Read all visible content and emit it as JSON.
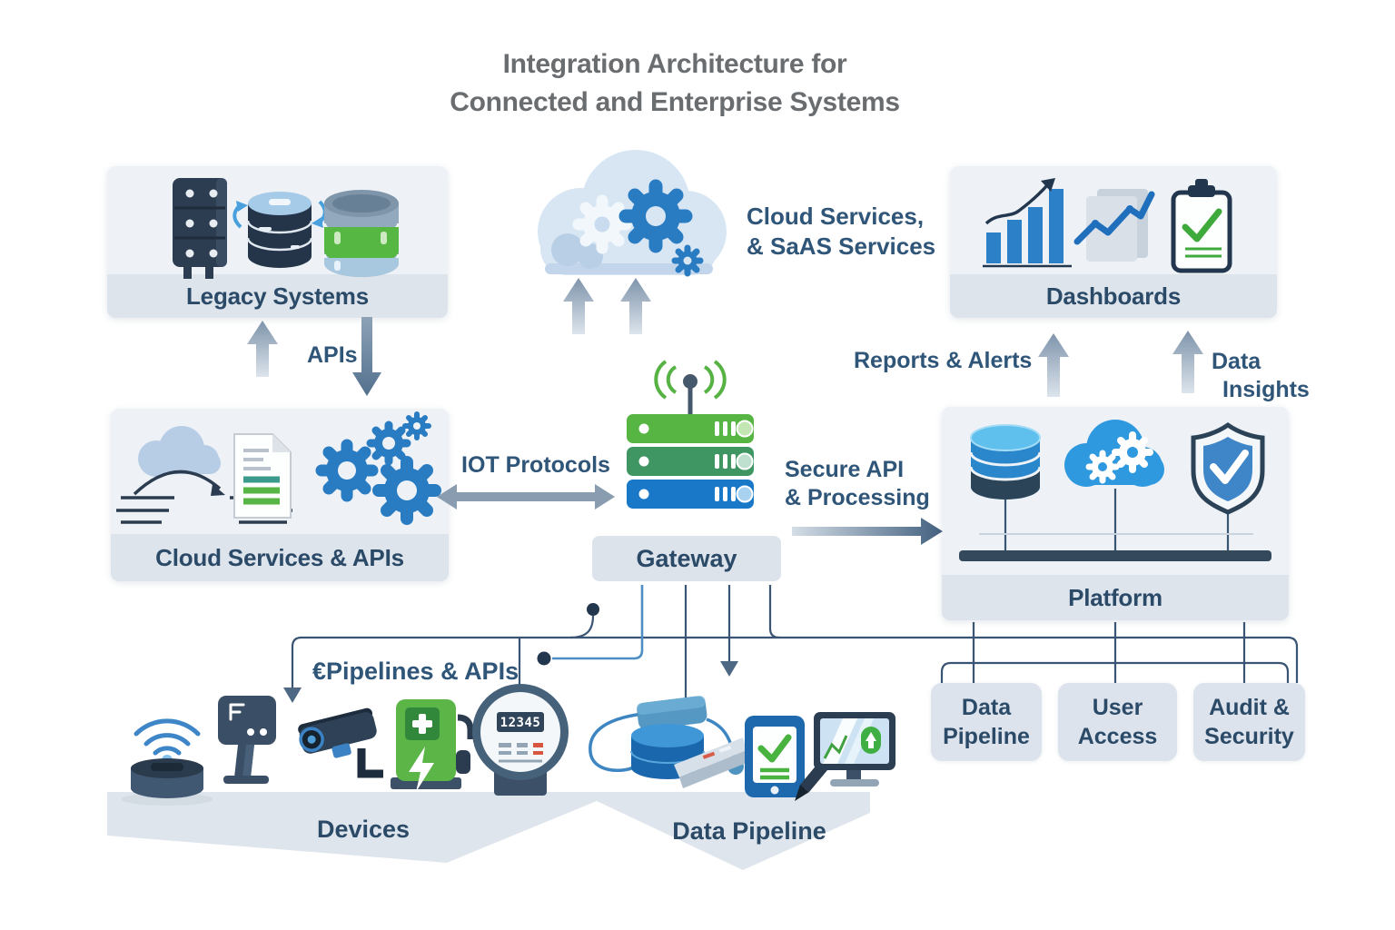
{
  "title": {
    "line1": "Integration Architecture for",
    "line2": "Connected and Enterprise Systems"
  },
  "nodes": {
    "legacy_systems": {
      "label": "Legacy Systems"
    },
    "cloud_saas": {
      "line1": "Cloud Services,",
      "line2": "& SaAS Services"
    },
    "dashboards": {
      "label": "Dashboards"
    },
    "cloud_services_apis": {
      "label": "Cloud Services & APIs"
    },
    "gateway": {
      "label": "Gateway"
    },
    "platform": {
      "label": "Platform"
    },
    "devices": {
      "label": "Devices"
    },
    "data_pipeline": {
      "label": "Data Pipeline"
    },
    "data_pipeline_box": {
      "line1": "Data",
      "line2": "Pipeline"
    },
    "user_access_box": {
      "line1": "User",
      "line2": "Access"
    },
    "audit_security_box": {
      "line1": "Audit &",
      "line2": "Security"
    }
  },
  "labels": {
    "apis": "APIs",
    "iot_protocols": "IOT Protocols",
    "secure_api_line1": "Secure API",
    "secure_api_line2": "& Processing",
    "reports_alerts": "Reports & Alerts",
    "data_insights_line1": "Data",
    "data_insights_line2": "Insights",
    "pipelines_apis": "€Pipelines & APIs",
    "meter_display": "12345"
  },
  "icons": [
    "server-rack-icon",
    "database-sync-icon",
    "database-green-icon",
    "cloud-gears-icon",
    "bar-chart-growth-icon",
    "trend-documents-icon",
    "clipboard-check-icon",
    "cloud-data-flow-icon",
    "api-document-icon",
    "gear-cluster-icon",
    "antenna-icon",
    "server-stack-icon",
    "platform-database-icon",
    "platform-cloud-gears-icon",
    "shield-check-icon",
    "wifi-hub-icon",
    "kiosk-icon",
    "cctv-camera-icon",
    "ev-charger-icon",
    "smart-meter-icon",
    "pipeline-database-icon",
    "pipeline-connector-icon",
    "tablet-check-icon",
    "stylus-pen-icon",
    "monitor-chart-icon"
  ],
  "colors": {
    "accent_blue": "#2a7cc2",
    "bright_green": "#57b544",
    "teal_green": "#3f9663",
    "bar_blue": "#1a78c8",
    "navy_text": "#2b4a68",
    "title_gray": "#6a6d70",
    "panel_bg": "#eef2f7",
    "panel_strip": "#dde4ec",
    "line_navy": "#3a5474",
    "wire_blue": "#4d8fc4"
  }
}
